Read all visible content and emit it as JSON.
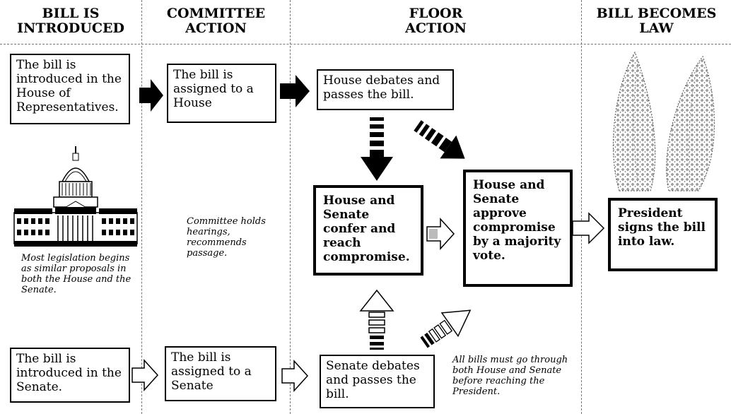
{
  "headers": {
    "introduced": [
      "BILL IS",
      "INTRODUCED"
    ],
    "committee": [
      "COMMITTEE",
      "ACTION"
    ],
    "floor": [
      "FLOOR",
      "ACTION"
    ],
    "law": [
      "BILL BECOMES",
      "LAW"
    ]
  },
  "boxes": {
    "house_intro": "The bill is introduced in the House of Representatives.",
    "house_committee": "The bill is assigned to a House",
    "house_floor": "House debates and passes the bill.",
    "senate_intro": "The bill is introduced in the Senate.",
    "senate_committee": "The bill is assigned to a Senate",
    "senate_floor": "Senate debates and passes the bill.",
    "confer": "House and Senate confer and reach compromise.",
    "approve": "House and Senate approve compromise by a majority vote.",
    "president": "President signs the bill into law."
  },
  "notes": {
    "legislation": "Most legislation begins as similar proposals in both the House and the Senate.",
    "committee": "Committee holds hearings, recommends passage.",
    "all_bills": "All bills must go through both House and Senate before reaching the President."
  },
  "icons": [
    "capitol-building-icon",
    "president-hands-icon",
    "solid-arrow-icon",
    "outline-arrow-icon",
    "striped-arrow-icon"
  ]
}
